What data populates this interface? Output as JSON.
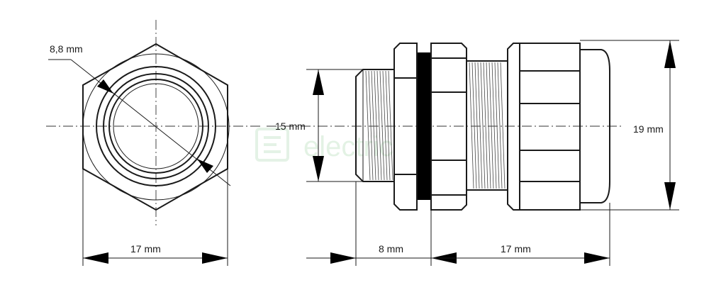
{
  "watermark": {
    "text": "electric",
    "logo": "e-square-logo"
  },
  "front_view": {
    "inner_diameter_label": "8,8 mm",
    "width_label": "17 mm"
  },
  "side_view": {
    "thread_diameter_label": "15 mm",
    "thread_length_label": "8 mm",
    "body_length_label": "17 mm",
    "body_diameter_label": "19 mm"
  }
}
